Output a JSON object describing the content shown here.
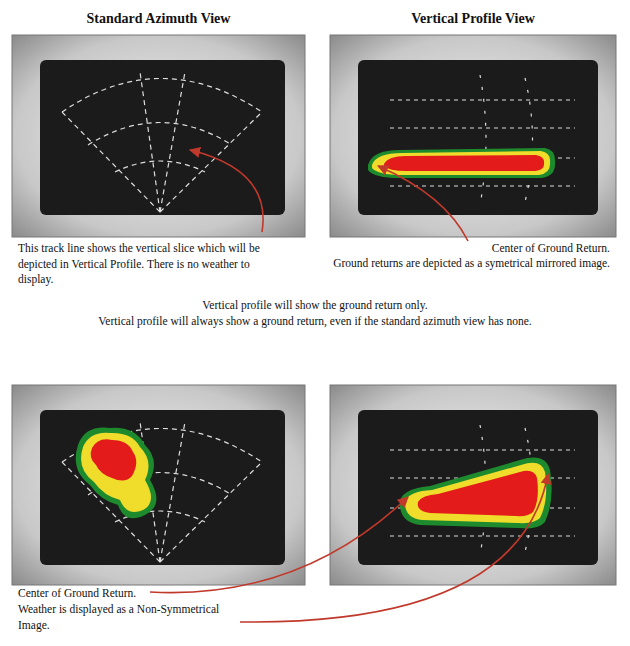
{
  "diagram": {
    "labels": [
      "Standard Azimuth View",
      "Vertical Profile View",
      "This track line shows the vertical slice which will be depicted in Vertical Profile. There is no weather to display.",
      "Center of Ground Return.",
      "Ground returns are depicted as a symetrical mirrored image.",
      "Vertical profile will show the ground return only.",
      "Vertical profile will always show a ground return, even if the standard azimuth view has none.",
      "Center of Ground Return.",
      "Weather is displayed as a Non-Symmetrical Image."
    ]
  }
}
